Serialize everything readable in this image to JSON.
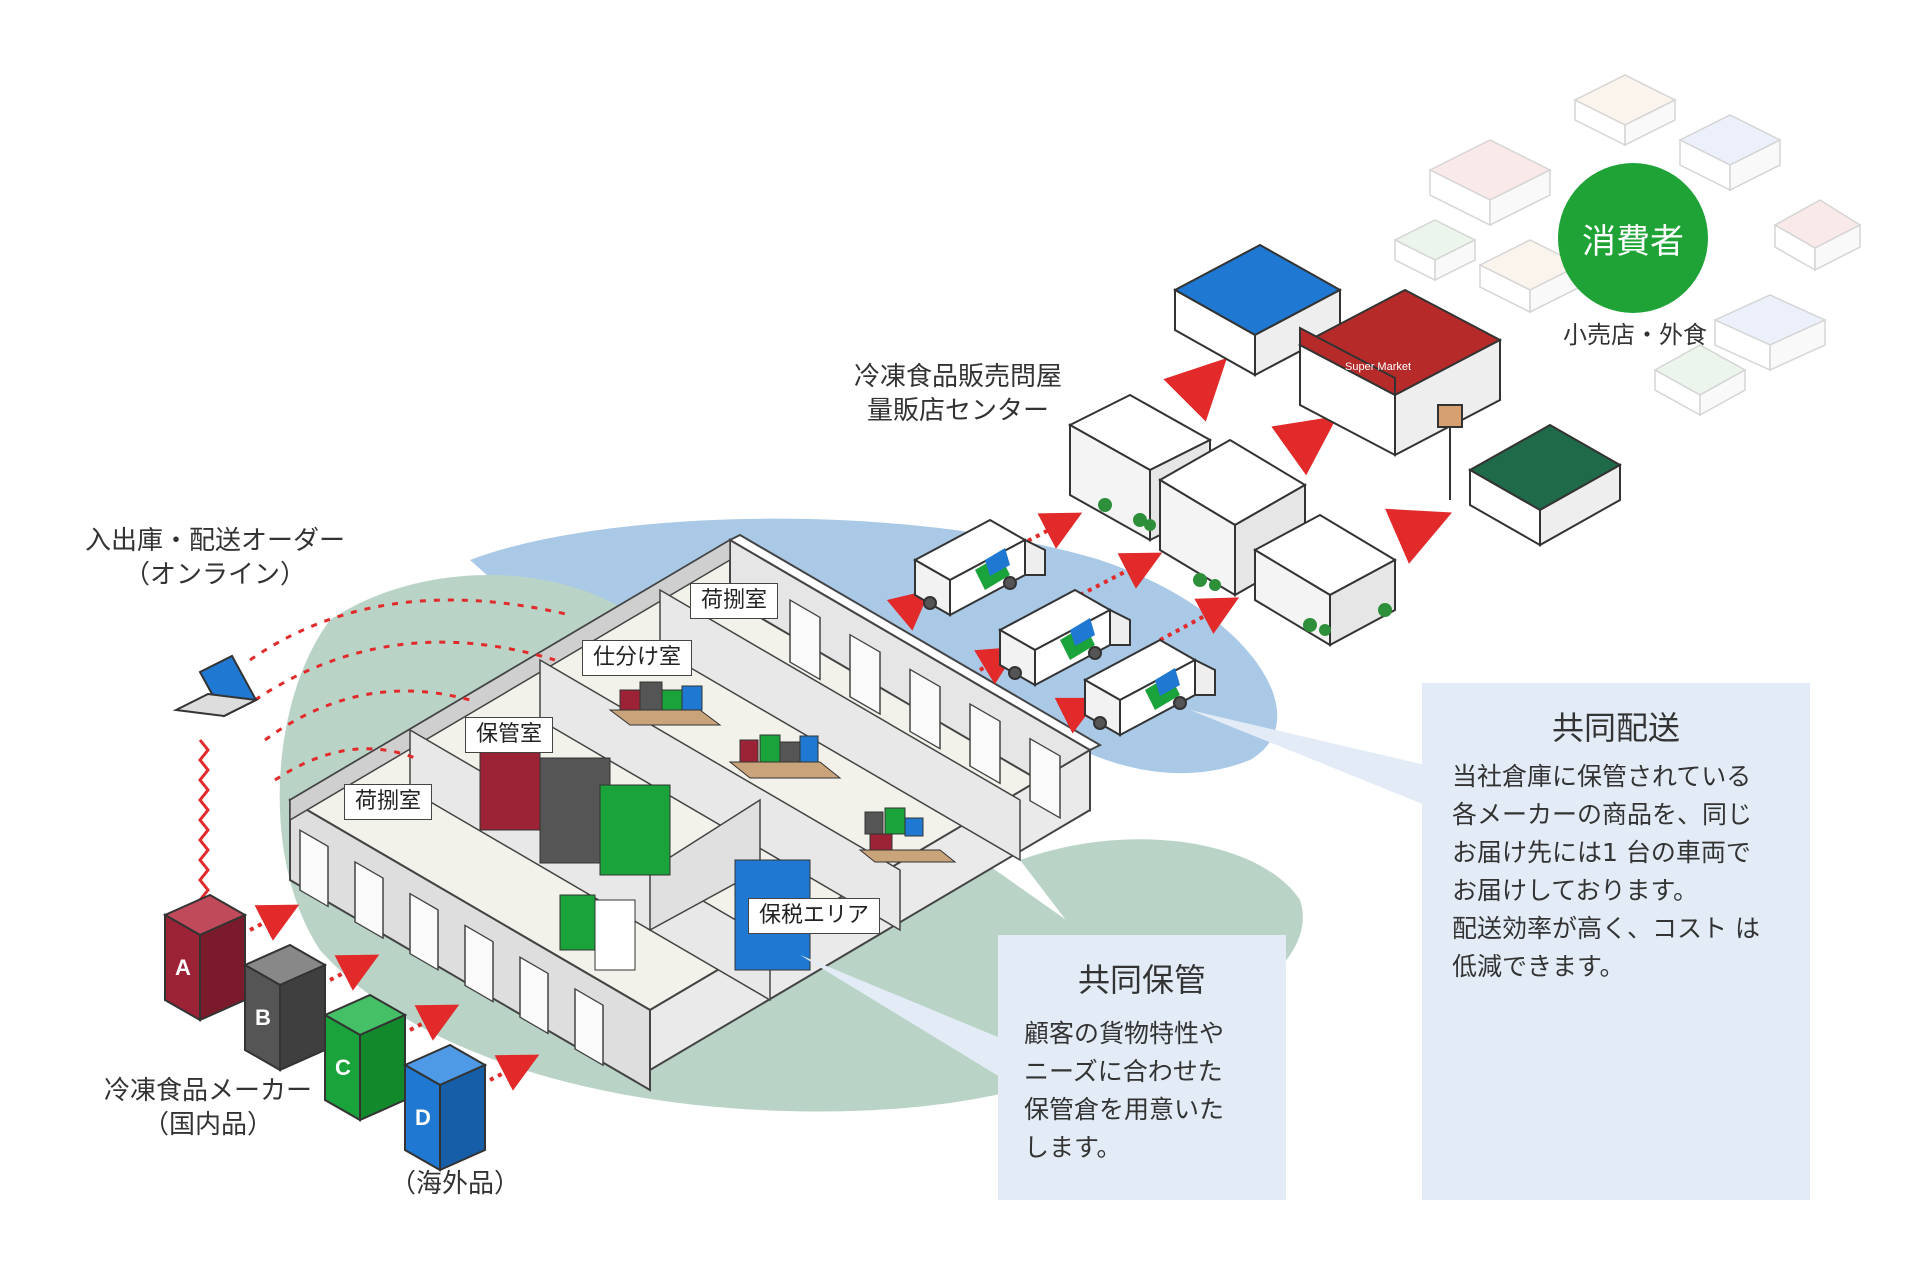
{
  "labels": {
    "order": [
      "入出庫・配送オーダー",
      "（オンライン）"
    ],
    "maker": [
      "冷凍食品メーカー",
      "（国内品）"
    ],
    "overseas": "（海外品）",
    "wholesale": [
      "冷凍食品販売問屋",
      "量販店センター"
    ],
    "retail": "小売店・外食",
    "consumer": "消費者",
    "supermarket_sign": "Super Market"
  },
  "rooms": {
    "nimotsu_top": "荷捌室",
    "shiwake": "仕分け室",
    "hokan": "保管室",
    "nimotsu_left": "荷捌室",
    "hozei": "保税エリア"
  },
  "boxes": [
    "A",
    "B",
    "C",
    "D"
  ],
  "colors": {
    "box_a": "#9b2335",
    "box_b": "#555555",
    "box_c": "#1aa33a",
    "box_d": "#1f78d1",
    "arrow": "#e22a2a",
    "consumer": "#1fa337",
    "blue_ellipse": "#a9c9e6",
    "green_ellipse": "#b9d4c7",
    "panel": "#e3ecf6"
  },
  "panel_storage": {
    "title": "共同保管",
    "lines": [
      "顧客の貨物特性や",
      "ニーズに合わせた",
      "保管倉を用意いた",
      "します。"
    ]
  },
  "panel_delivery": {
    "title": "共同配送",
    "lines": [
      "当社倉庫に保管されている",
      "各メーカーの商品を、同じ",
      "お届け先には1 台の車両で",
      "お届けしております。",
      "配送効率が高く、コスト は",
      "低減できます。"
    ]
  }
}
